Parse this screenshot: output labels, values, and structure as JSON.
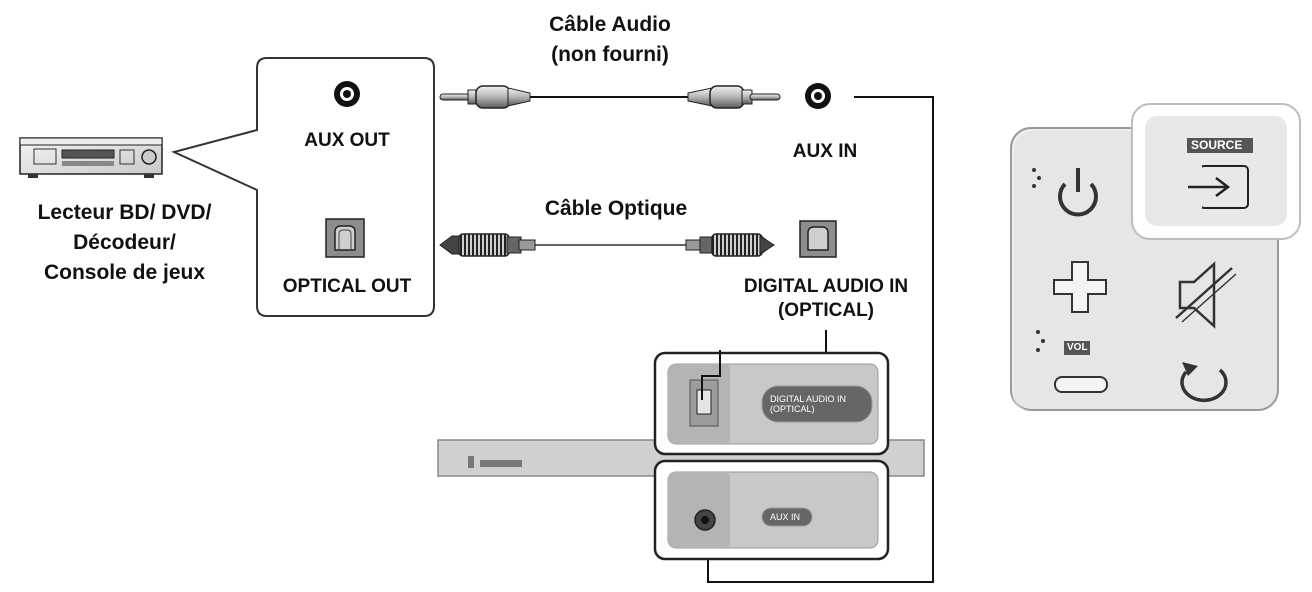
{
  "device": {
    "lines": [
      "Lecteur BD/ DVD/",
      "Décodeur/",
      "Console de jeux"
    ]
  },
  "source_ports": {
    "aux_out": "AUX OUT",
    "optical_out": "OPTICAL OUT"
  },
  "cables": {
    "audio": [
      "Câble Audio",
      "(non fourni)"
    ],
    "optical": "Câble Optique"
  },
  "soundbar_ports": {
    "aux_in": "AUX IN",
    "digital_in": [
      "DIGITAL AUDIO IN",
      "(OPTICAL)"
    ]
  },
  "rear_panel": {
    "digital_lines": [
      "DIGITAL AUDIO IN",
      "(OPTICAL)"
    ],
    "aux": "AUX IN"
  },
  "remote_panel": {
    "source": "SOURCE",
    "vol": "VOL"
  },
  "colors": {
    "line": "#111111",
    "panel_gray": "#c8c8c8",
    "highlight": "#ececec",
    "soundbar": "#d0d0d0"
  }
}
